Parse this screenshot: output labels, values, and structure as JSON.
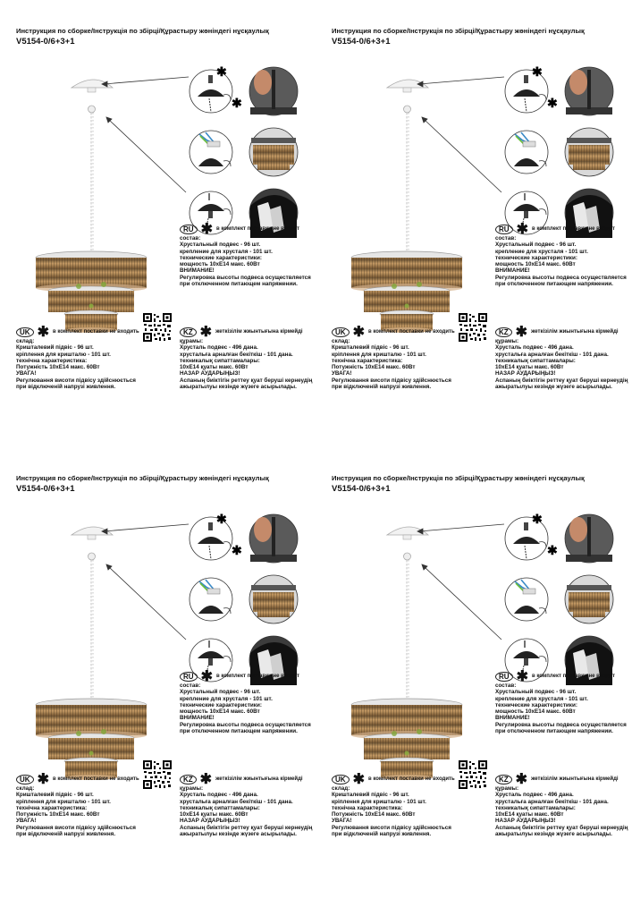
{
  "header": {
    "title": "Инструкция по сборке/Інструкція по збірці/Құрастыру жөніндегі нұсқаулық",
    "model": "V5154-0/6+3+1"
  },
  "ru": {
    "badge": "RU",
    "note": "в комплект поставки не входит",
    "lines": [
      "состав:",
      "Хрустальный подвес - 96 шт.",
      "крепление для хрусталя - 101 шт.",
      "технические характеристики:",
      "мощность 10хЕ14 макс. 60Вт",
      "ВНИМАНИЕ!",
      "Регулировка высоты подвеса осуществляется",
      "при отключенном питающем напряжении."
    ]
  },
  "uk": {
    "badge": "UK",
    "note": "в комплект поставки не входить",
    "lines": [
      "склад:",
      "Кришталевий підвіс - 96 шт.",
      "кріплення для кришталю - 101 шт.",
      "технічна характеристика:",
      "Потужність 10хЕ14 макс. 60Вт",
      "УВАГА!",
      "Регулювання висоти підвісу здійснюється",
      "при відключеній напрузі живлення."
    ]
  },
  "kz": {
    "badge": "KZ",
    "note": "жеткізілім жиынтығына кірмейді",
    "lines": [
      "құрамы:",
      "Хрусталь подвес - 496 дана.",
      "хрустальға арналған бекіткіш - 101 дана.",
      "техникалық сипаттамалары:",
      "10хЕ14 қуаты макс. 60Вт",
      "НАЗАР АУДАРЫҢЫЗ!",
      "Аспаның биіктігін реттеу қуат беруші кернеудің",
      "ажыратылуы кезінде жүзеге асырылады."
    ]
  },
  "star_symbol": "✱",
  "colors": {
    "text": "#111111",
    "amber": "#b08a5a",
    "metal": "#d8d8d8"
  }
}
